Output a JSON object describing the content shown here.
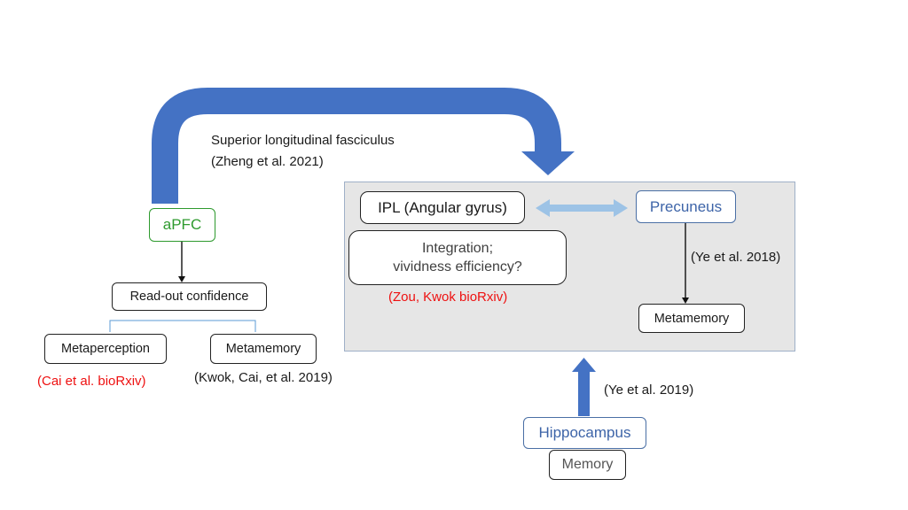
{
  "tract": {
    "label": "Superior longitudinal fasciculus",
    "citation": "(Zheng et al. 2021)"
  },
  "nodes": {
    "apfc": "aPFC",
    "readout": "Read-out confidence",
    "metaperception": "Metaperception",
    "metamemory_left": "Metamemory",
    "ipl": "IPL (Angular gyrus)",
    "precuneus": "Precuneus",
    "integration_line1": "Integration;",
    "integration_line2": "vividness efficiency?",
    "metamemory_right": "Metamemory",
    "hippocampus": "Hippocampus",
    "memory": "Memory"
  },
  "citations": {
    "cai": "(Cai et al. bioRxiv)",
    "kwok": "(Kwok, Cai, et al. 2019)",
    "zou": "(Zou, Kwok bioRxiv)",
    "ye2018": "(Ye et al. 2018)",
    "ye2019": "(Ye et al. 2019)"
  },
  "colors": {
    "arrow_blue": "#4472c4",
    "light_blue": "#9dc3e6",
    "green": "#2e9a2e",
    "citation_red": "#ee1111",
    "panel_gray": "#e6e6e6"
  }
}
